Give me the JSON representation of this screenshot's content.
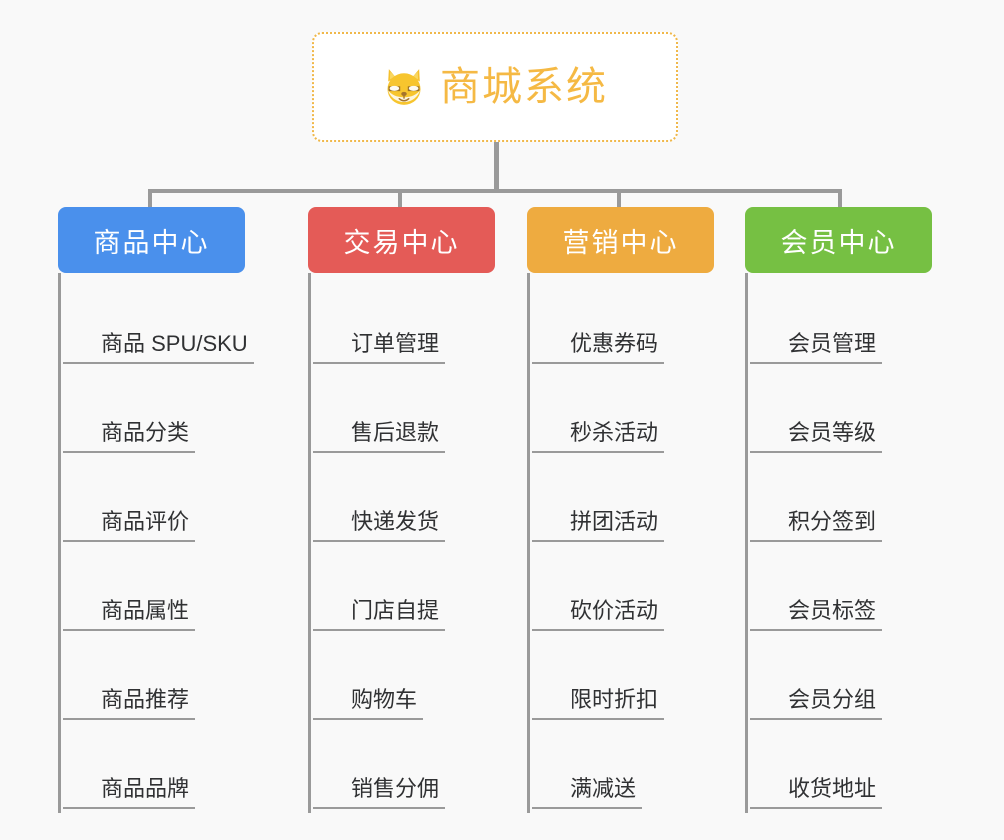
{
  "page": {
    "background_color": "#f9f9f9",
    "line_color": "#9a9a9a"
  },
  "root": {
    "title": "商城系统",
    "icon": "shiba-dog-icon",
    "text_color": "#f5b944",
    "border_color": "#f0b84a"
  },
  "columns": [
    {
      "key": "product-center",
      "label": "商品中心",
      "color": "#4a90ec",
      "items": [
        "商品 SPU/SKU",
        "商品分类",
        "商品评价",
        "商品属性",
        "商品推荐",
        "商品品牌"
      ]
    },
    {
      "key": "trade-center",
      "label": "交易中心",
      "color": "#e45b57",
      "items": [
        "订单管理",
        "售后退款",
        "快递发货",
        "门店自提",
        "购物车",
        "销售分佣"
      ]
    },
    {
      "key": "marketing-center",
      "label": "营销中心",
      "color": "#eeab40",
      "items": [
        "优惠券码",
        "秒杀活动",
        "拼团活动",
        "砍价活动",
        "限时折扣",
        "满减送"
      ]
    },
    {
      "key": "member-center",
      "label": "会员中心",
      "color": "#75c councils"
    }
  ]
}
